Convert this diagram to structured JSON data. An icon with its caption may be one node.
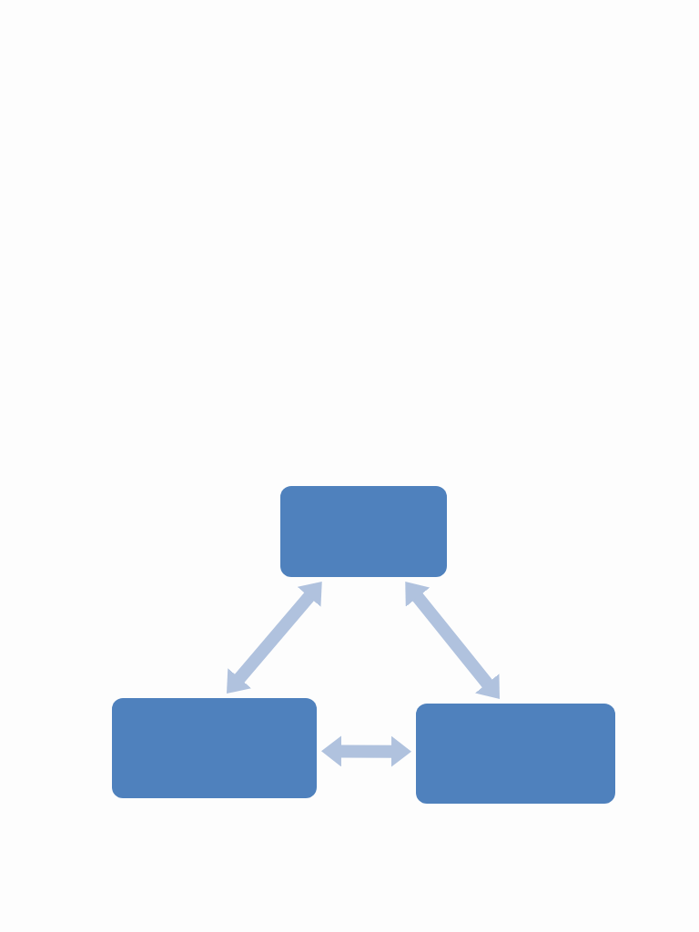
{
  "diagram": {
    "nodes": [
      {
        "text": [],
        "shape": "box"
      },
      {
        "text": [],
        "shape": "box"
      },
      {
        "text": [],
        "shape": "box"
      }
    ],
    "edges": [
      {
        "from": 0,
        "to": 1,
        "arrow": "both"
      },
      {
        "from": 0,
        "to": 2,
        "arrow": "both"
      },
      {
        "from": 1,
        "to": 2,
        "arrow": "both"
      }
    ]
  }
}
